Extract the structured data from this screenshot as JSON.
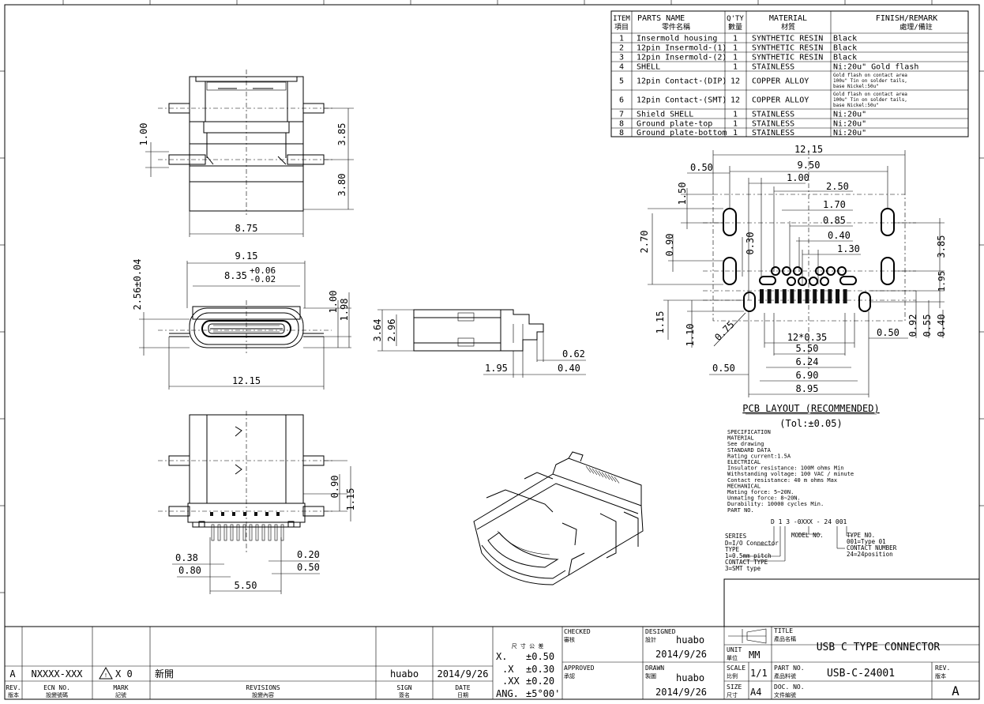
{
  "parts_table": {
    "headers": {
      "item": "ITEM",
      "item_cn": "項目",
      "name": "PARTS NAME",
      "name_cn": "零件名稱",
      "qty": "Q'TY",
      "qty_cn": "數量",
      "material": "MATERIAL",
      "material_cn": "材質",
      "finish": "FINISH/REMARK",
      "finish_cn": "處理/備註"
    },
    "rows": [
      {
        "item": "1",
        "name": "Insermold housing",
        "qty": "1",
        "material": "SYNTHETIC RESIN",
        "finish": [
          "Black"
        ]
      },
      {
        "item": "2",
        "name": "12pin Insermold-(1)",
        "qty": "1",
        "material": "SYNTHETIC RESIN",
        "finish": [
          "Black"
        ]
      },
      {
        "item": "3",
        "name": "12pin Insermold-(2)",
        "qty": "1",
        "material": "SYNTHETIC RESIN",
        "finish": [
          "Black"
        ]
      },
      {
        "item": "4",
        "name": "SHELL",
        "qty": "1",
        "material": "STAINLESS",
        "finish": [
          "Ni:20u\" Gold flash"
        ]
      },
      {
        "item": "5",
        "name": "12pin Contact-(DIP)",
        "qty": "12",
        "material": "COPPER ALLOY",
        "finish": [
          "Gold flash on contact area",
          "100u\" Tin on solder tails,",
          "base Nickel:50u\""
        ]
      },
      {
        "item": "6",
        "name": "12pin Contact-(SMT)",
        "qty": "12",
        "material": "COPPER ALLOY",
        "finish": [
          "Gold flash on contact area",
          "100u\" Tin on solder tails,",
          "base Nickel:50u\""
        ]
      },
      {
        "item": "7",
        "name": "Shield SHELL",
        "qty": "1",
        "material": "STAINLESS",
        "finish": [
          "Ni:20u\""
        ]
      },
      {
        "item": "8",
        "name": "Ground plate-top",
        "qty": "1",
        "material": "STAINLESS",
        "finish": [
          "Ni:20u\""
        ]
      },
      {
        "item": "8",
        "name": "Ground plate-bottom",
        "qty": "1",
        "material": "STAINLESS",
        "finish": [
          "Ni:20u\""
        ]
      }
    ]
  },
  "dims_top_view": {
    "d1": "1.00",
    "d2": "3.85",
    "d3": "3.80",
    "d4": "8.75"
  },
  "dims_front_view": {
    "d1": "9.15",
    "d2_main": "8.35",
    "d2_tol_up": "+0.06",
    "d2_tol_dn": "-0.02",
    "d3": "2.56±0.04",
    "d4": "1.00",
    "d5": "1.98",
    "d6": "12.15"
  },
  "dims_side_view": {
    "d1": "3.64",
    "d2": "2.96",
    "d3": "0.62",
    "d4": "1.95",
    "d5": "0.40"
  },
  "dims_bottom_view": {
    "d1": "0.90",
    "d2": "1.15",
    "d3": "0.38",
    "d4": "0.80",
    "d5": "0.20",
    "d6": "0.50",
    "d7": "5.50"
  },
  "pcb_layout": {
    "dims": {
      "w1": "12.15",
      "w2": "9.50",
      "w3": "1.00",
      "w4": "2.50",
      "w5": "1.70",
      "w6": "0.85",
      "w7": "0.40",
      "w8": "1.30",
      "l1": "0.50",
      "l2": "1.50",
      "l3": "2.70",
      "l4": "0.90",
      "l5": "0.30",
      "l6": "1.15",
      "l7": "1.10",
      "l8": "0.75",
      "b1": "12*0.35",
      "b2": "5.50",
      "b3": "6.24",
      "b4": "6.90",
      "b5": "8.95",
      "b6": "0.50",
      "b7": "0.50",
      "r1": "3.85",
      "r2": "1.95",
      "r3": "0.92",
      "r4": "0.55",
      "r5": "0.40"
    },
    "title": "PCB LAYOUT (RECOMMENDED)",
    "tolerance": "(Tol:±0.05)"
  },
  "specification": {
    "lines": [
      "SPECIFICATION",
      "MATERIAL",
      "See drawing",
      "STANDARD DATA",
      "Rating current:1.5A",
      "ELECTRICAL",
      "Insulator resistance: 100M ohms  Min",
      "Withstanding voltage: 100 VAC / minute",
      "Contact resistance: 40 m ohms Max",
      "MECHANICAL",
      "Mating force: 5~20N.",
      "Unmating force: 8~20N.",
      "Durability: 10000 cycles Min.",
      "PART NO."
    ],
    "part_code": "D 1 3 -0XXX - 24 001",
    "series_label": "SERIES",
    "series_value": "D=I/O Connector",
    "type_label": "TYPE",
    "type_value": "1=0.5mm pitch",
    "contact_type_label": "CONTACT TYPE",
    "contact_type_value": "3=SMT type",
    "model_no": "MODEL NO.",
    "type_no_label": "TYPE NO.",
    "type_no_value": "001=Type 01",
    "contact_number_label": "CONTACT NUMBER",
    "contact_number_value": "24=24position"
  },
  "title_block": {
    "rev_a": "A",
    "ecn_value": "NXXXX-XXX",
    "mark_value": "X 0",
    "revision_value": "新開",
    "sign_value": "huabo",
    "date_value": "2014/9/26",
    "rev_label": "REV.",
    "rev_label_cn": "版本",
    "ecn_label": "ECN NO.",
    "ecn_label_cn": "設變號碼",
    "mark_label": "MARK",
    "mark_label_cn": "記號",
    "revisions_label": "REVISIONS",
    "revisions_label_cn": "設變內容",
    "sign_label": "SIGN",
    "sign_label_cn": "簽名",
    "date_label": "DATE",
    "date_label_cn": "日期",
    "tol_label": "尺 寸 公 差",
    "tol_x": "X.",
    "tol_x_val": "±0.50",
    "tol_x1": ".X",
    "tol_x1_val": "±0.30",
    "tol_x2": ".XX",
    "tol_x2_val": "±0.20",
    "tol_ang": "ANG.",
    "tol_ang_val": "±5°00'",
    "checked_label": "CHECKED",
    "checked_cn": "審核",
    "approved_label": "APPROVED",
    "approved_cn": "承認",
    "designed_label": "DESIGNED",
    "designed_cn": "設計",
    "designed_by": "huabo",
    "designed_date": "2014/9/26",
    "drawn_label": "DRAWN",
    "drawn_cn": "製圖",
    "drawn_by": "huabo",
    "drawn_date": "2014/9/26",
    "unit_label": "UNIT",
    "unit_cn": "單位",
    "unit_value": "MM",
    "scale_label": "SCALE",
    "scale_cn": "比例",
    "scale_value": "1/1",
    "size_label": "SIZE",
    "size_cn": "尺寸",
    "size_value": "A4",
    "title_label": "TITLE",
    "title_cn": "產品名稱",
    "title_value": "USB C TYPE CONNECTOR",
    "partno_label": "PART NO.",
    "partno_cn": "產品料號",
    "partno_value": "USB-C-24001",
    "docno_label": "DOC. NO.",
    "docno_cn": "文件編號",
    "rev2_label": "REV.",
    "rev2_cn": "版本",
    "rev2_value": "A"
  }
}
